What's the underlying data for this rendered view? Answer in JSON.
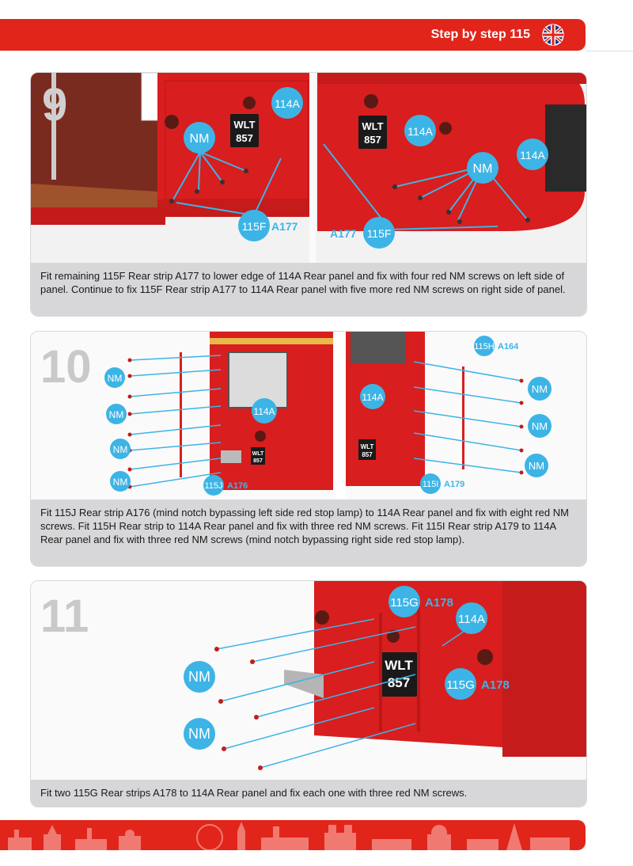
{
  "header": {
    "title": "Step by step 115",
    "flag_icon": "uk-flag-icon",
    "accent": "#e1251b"
  },
  "steps": [
    {
      "number": "9",
      "labels": {
        "panel": "114A",
        "screws": "NM",
        "strip_code": "115F",
        "strip_part": "A177",
        "plate_line1": "WLT",
        "plate_line2": "857"
      },
      "caption": "Fit remaining 115F Rear strip A177 to lower edge of 114A Rear panel and fix with four red NM screws on left side of panel. Continue to fix 115F Rear strip A177 to 114A Rear panel with five more red NM screws on right side of panel."
    },
    {
      "number": "10",
      "labels": {
        "panel": "114A",
        "screws": "NM",
        "strip_j_code": "115J",
        "strip_j_part": "A176",
        "strip_h_code": "115H",
        "strip_h_part": "A164",
        "strip_i_code": "115I",
        "strip_i_part": "A179",
        "plate_line1": "WLT",
        "plate_line2": "857"
      },
      "caption": "Fit 115J Rear strip A176 (mind notch bypassing left side red stop lamp) to 114A Rear panel and fix with eight red NM screws. Fit 115H Rear strip to 114A Rear panel and fix with three red NM screws. Fit 115I Rear strip A179 to 114A Rear panel and fix with three red NM screws (mind notch bypassing right side red stop lamp)."
    },
    {
      "number": "11",
      "labels": {
        "panel": "114A",
        "screws": "NM",
        "strip_code": "115G",
        "strip_part": "A178",
        "plate_line1": "WLT",
        "plate_line2": "857"
      },
      "caption": "Fit two 115G Rear strips A178 to 114A Rear panel and fix each one with three red NM screws."
    }
  ],
  "colors": {
    "bus_red": "#d81e1e",
    "callout_blue": "#3db4e6",
    "floor_wood": "#a0522d"
  }
}
